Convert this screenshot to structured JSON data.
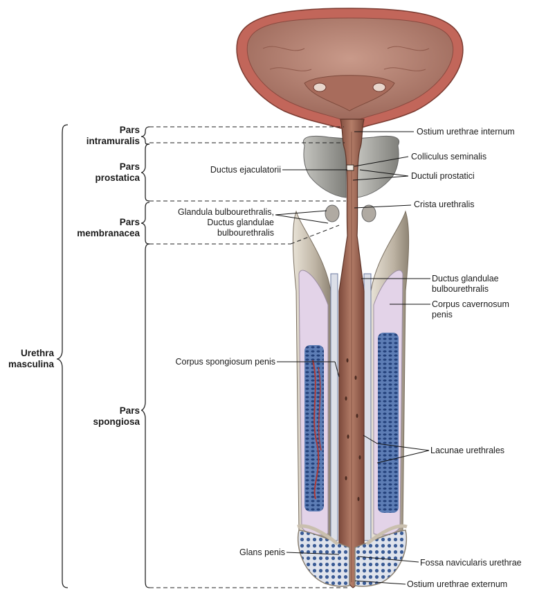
{
  "labels": {
    "urethra_masculina": [
      "Urethra",
      "masculina"
    ],
    "pars_intramuralis": [
      "Pars",
      "intramuralis"
    ],
    "pars_prostatica": [
      "Pars",
      "prostatica"
    ],
    "pars_membranacea": [
      "Pars",
      "membranacea"
    ],
    "pars_spongiosa": [
      "Pars",
      "spongiosa"
    ],
    "ostium_internum": "Ostium urethrae internum",
    "colliculus": "Colliculus seminalis",
    "ductus_ejaculatorii": "Ductus ejaculatorii",
    "ductuli_prostatici": "Ductuli prostatici",
    "crista": "Crista urethralis",
    "glandula_bulbo": [
      "Glandula bulbourethralis,",
      "Ductus glandulae",
      "bulbourethralis"
    ],
    "ductus_gland_bulbo": [
      "Ductus glandulae",
      "bulbourethralis"
    ],
    "corpus_cavernosum": [
      "Corpus cavernosum",
      "penis"
    ],
    "corpus_spongiosum": "Corpus spongiosum penis",
    "lacunae": "Lacunae urethrales",
    "glans": "Glans penis",
    "fossa_navicularis": "Fossa navicularis urethrae",
    "ostium_externum": "Ostium urethrae externum"
  },
  "colors": {
    "bladder_wall": "#b8574e",
    "mucosa": "#b47a6c",
    "urethra": "#a86a58",
    "cavernosum": "#e2d2e8",
    "spongy_blue": "#3e5f99",
    "tunica": "#d8cbb8",
    "prostate": "#9a9a95"
  }
}
